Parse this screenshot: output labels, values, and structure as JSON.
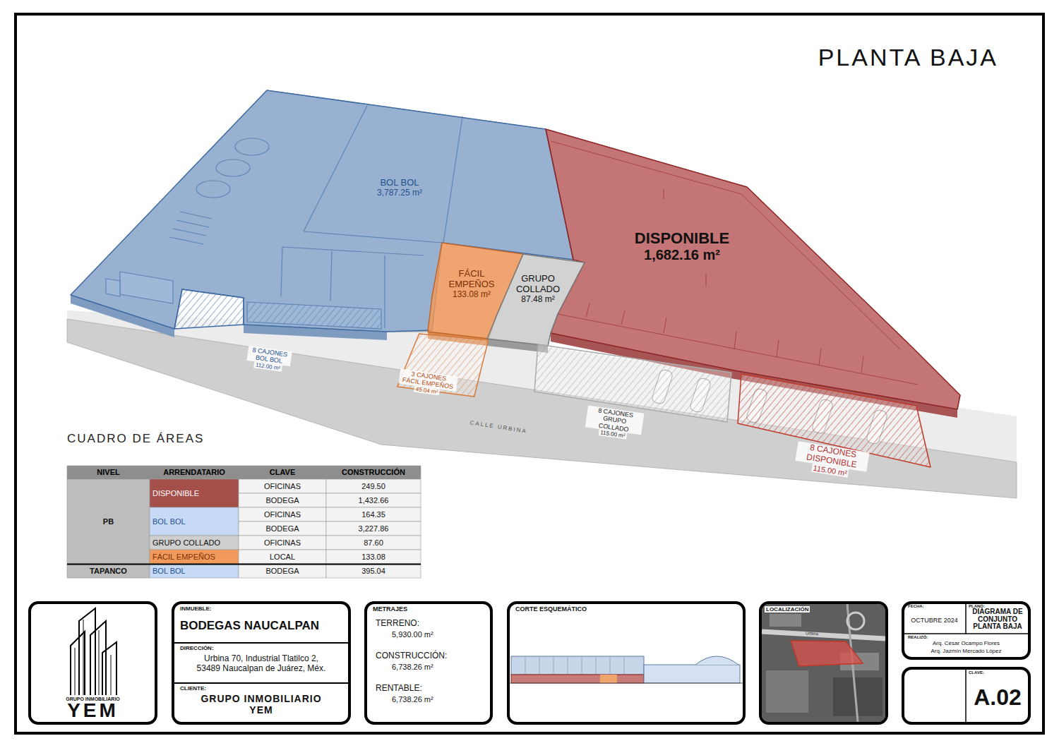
{
  "diagram": {
    "title": "PLANTA BAJA",
    "nodes": [
      {
        "text": [
          "BOL BOL",
          "3,787.25 m²"
        ]
      },
      {
        "text": [
          "DISPONIBLE",
          "1,682.16 m²"
        ]
      },
      {
        "text": [
          "FÁCIL EMPEÑOS",
          "133.08 m²"
        ]
      },
      {
        "text": [
          "GRUPO COLLADO",
          "87.48 m²"
        ]
      },
      {
        "text": [
          "8 CAJONES BOL BOL",
          "112.00 m²"
        ]
      },
      {
        "text": [
          "3 CAJONES FÁCIL EMPEÑOS",
          "45.04 m²"
        ]
      },
      {
        "text": [
          "8 CAJONES GRUPO COLLADO",
          "115.00 m²"
        ]
      },
      {
        "text": [
          "8 CAJONES DISPONIBLE",
          "115.00 m²"
        ]
      },
      {
        "text": [
          "GRUPO INMOBILIARIO",
          "YEM"
        ]
      },
      {
        "text": [
          "INMUEBLE:",
          "BODEGAS NAUCALPAN",
          "DIRECCIÓN:",
          "Urbina 70, Industrial Tlatilco 2, 53489 Naucalpan de Juárez, Méx.",
          "CLIENTE:",
          "GRUPO INMOBILIARIO YEM"
        ]
      },
      {
        "text": [
          "METRAJES",
          "TERRENO:",
          "5,930.00 m²",
          "CONSTRUCCIÓN:",
          "6,738.26 m²",
          "RENTABLE:",
          "6,738.26 m²"
        ]
      },
      {
        "text": [
          "CORTE ESQUEMÁTICO"
        ]
      },
      {
        "text": [
          "LOCALIZACIÓN"
        ]
      },
      {
        "text": [
          "FECHA:",
          "OCTUBRE 2024",
          "PLANO:",
          "DIAGRAMA DE CONJUNTO PLANTA BAJA",
          "REALIZÓ:",
          "Arq. César Ocampo Flores",
          "Arq. Jazmín Mercado López"
        ]
      },
      {
        "text": [
          "CLAVE:",
          "A.02"
        ]
      }
    ],
    "labels": [
      "CUADRO DE ÁREAS",
      "NIVEL",
      "ARRENDATARIO",
      "CLAVE",
      "CONSTRUCCIÓN",
      "PB",
      "DISPONIBLE",
      "OFICINAS",
      "249.50",
      "BODEGA",
      "1,432.66",
      "BOL BOL",
      "OFICINAS",
      "164.35",
      "BODEGA",
      "3,227.86",
      "GRUPO COLLADO",
      "OFICINAS",
      "87.60",
      "FÁCIL EMPEÑOS",
      "LOCAL",
      "133.08",
      "TAPANCO",
      "BOL BOL",
      "BODEGA",
      "395.04",
      "CALLE URBINA",
      "Urbina"
    ]
  }
}
